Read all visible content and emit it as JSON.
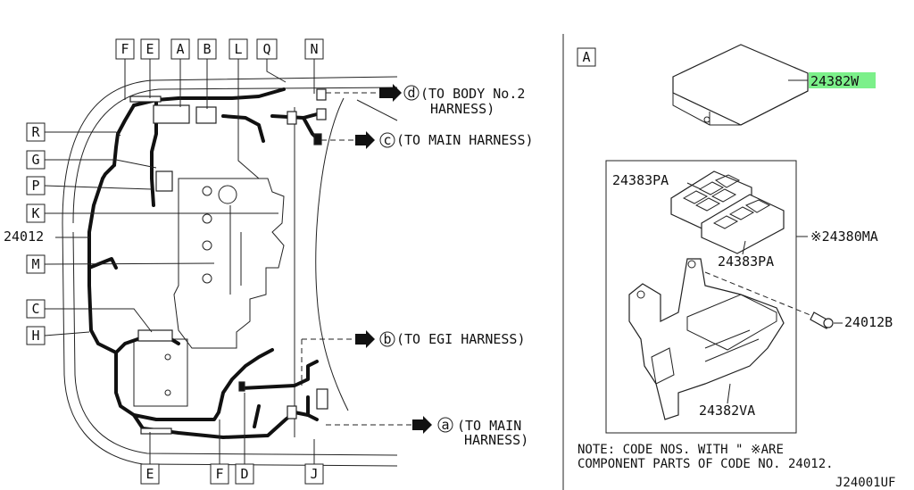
{
  "left_panel": {
    "callouts_top": [
      "F",
      "E",
      "A",
      "B",
      "L",
      "Q",
      "N"
    ],
    "callouts_left": [
      "R",
      "G",
      "P",
      "K",
      "M",
      "C",
      "H"
    ],
    "callout_24012": "24012",
    "callouts_bottom": [
      "E",
      "F",
      "D",
      "J"
    ],
    "connections": {
      "d": {
        "letter": "d",
        "text_line1": "(TO BODY No.2",
        "text_line2": "HARNESS)"
      },
      "c": {
        "letter": "c",
        "text_line1": "(TO MAIN HARNESS)"
      },
      "b": {
        "letter": "b",
        "text_line1": "(TO EGI HARNESS)"
      },
      "a": {
        "letter": "a",
        "text_line1": "(TO MAIN",
        "text_line2": "HARNESS)"
      }
    }
  },
  "right_panel": {
    "section_label": "A",
    "parts": {
      "cover": "24382W",
      "fuse_block_top": "24383PA",
      "fuse_block_bottom": "24383PA",
      "assembly": "※24380MA",
      "bolt": "24012B",
      "base": "24382VA"
    },
    "note_line1": "NOTE: CODE NOS. WITH \"  ※ARE",
    "note_line2": "COMPONENT PARTS OF CODE NO. 24012.",
    "diagram_code": "J24001UF"
  },
  "colors": {
    "line": "#111111",
    "highlight": "#7CF08A"
  }
}
